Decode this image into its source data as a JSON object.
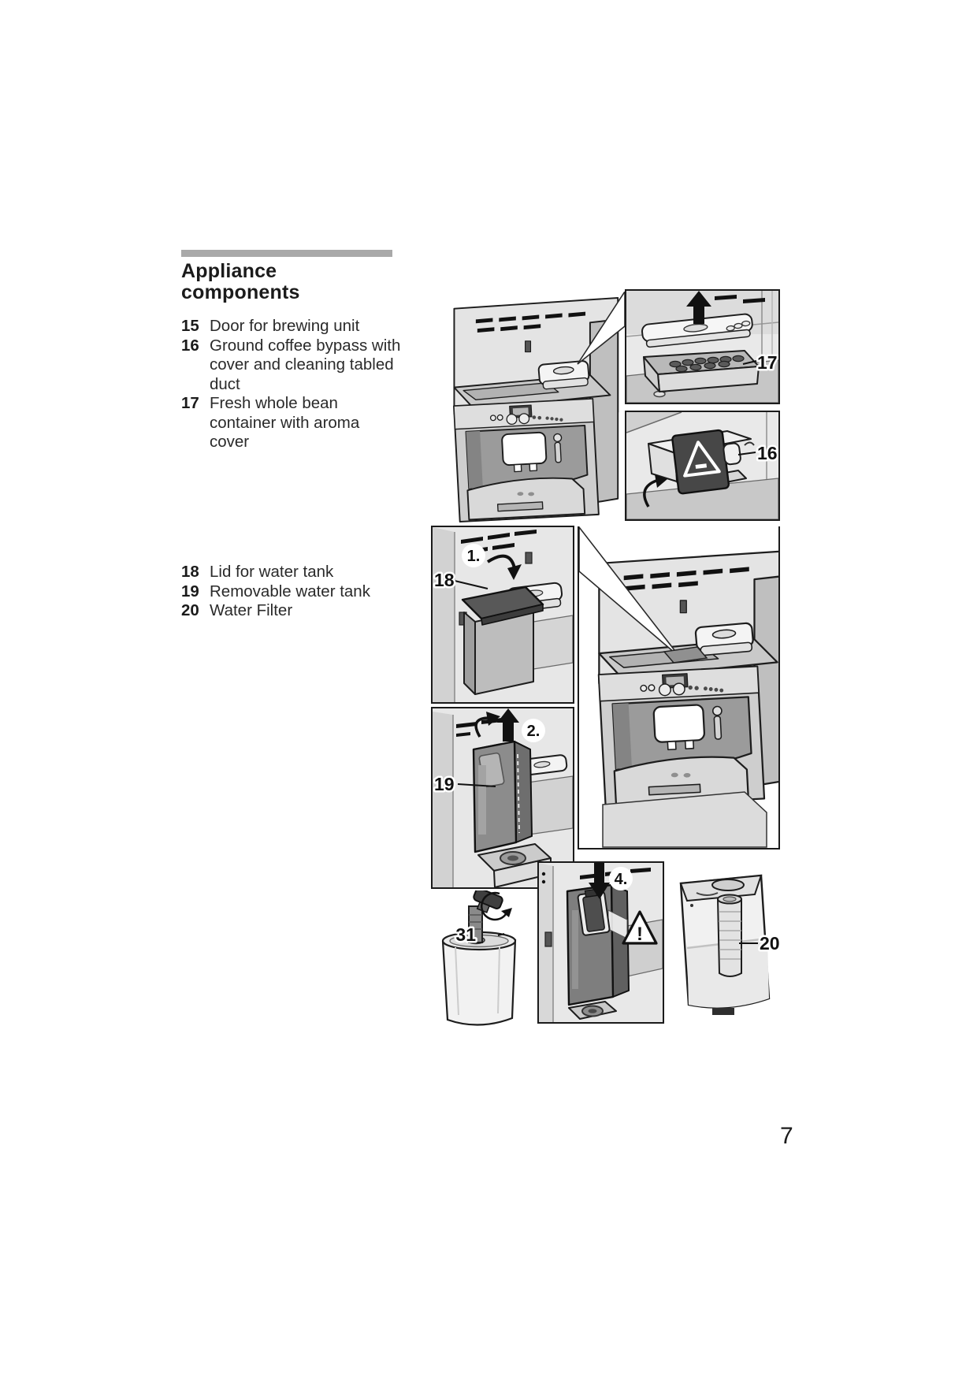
{
  "section": {
    "title": "Appliance\ncomponents"
  },
  "component_lists": [
    {
      "items": [
        {
          "num": "15",
          "text": "Door for brewing unit"
        },
        {
          "num": "16",
          "text": "Ground coffee bypass with\ncover and cleaning tabled\nduct"
        },
        {
          "num": "17",
          "text": "Fresh whole bean\ncontainer with aroma cover"
        }
      ]
    },
    {
      "items": [
        {
          "num": "18",
          "text": "Lid for water tank"
        },
        {
          "num": "19",
          "text": "Removable water tank"
        },
        {
          "num": "20",
          "text": "Water Filter"
        }
      ]
    }
  ],
  "figures": {
    "aroma_cover": {
      "label": "17"
    },
    "bypass": {
      "label": "16"
    },
    "tank_lid": {
      "label": "18",
      "step": "1."
    },
    "water_tank": {
      "label": "19",
      "step": "2."
    },
    "filter_tool": {
      "label": "31"
    },
    "filter_insert": {
      "step": "4."
    },
    "water_filter": {
      "label": "20"
    }
  },
  "page_number": "7",
  "colors": {
    "rule": "#a9a9a9",
    "ink": "#1c1c1c",
    "panel_border": "#1b1b1b"
  }
}
